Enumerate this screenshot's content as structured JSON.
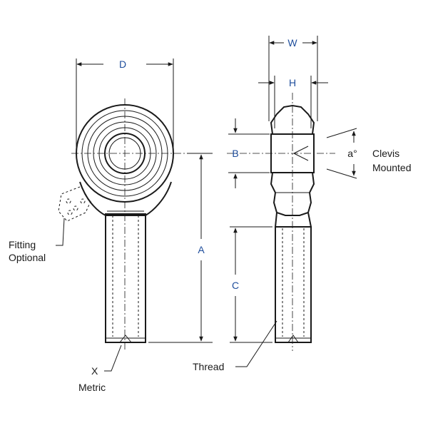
{
  "dimensions": {
    "D": "D",
    "W": "W",
    "H": "H",
    "B": "B",
    "A": "A",
    "C": "C",
    "angle": "a°"
  },
  "labels": {
    "fitting_line1": "Fitting",
    "fitting_line2": "Optional",
    "clevis_line1": "Clevis",
    "clevis_line2": "Mounted",
    "thread": "Thread",
    "x_line1": "X",
    "x_line2": "Metric"
  },
  "colors": {
    "dimension_text": "#1f4e9c",
    "line": "#1a1a1a"
  }
}
